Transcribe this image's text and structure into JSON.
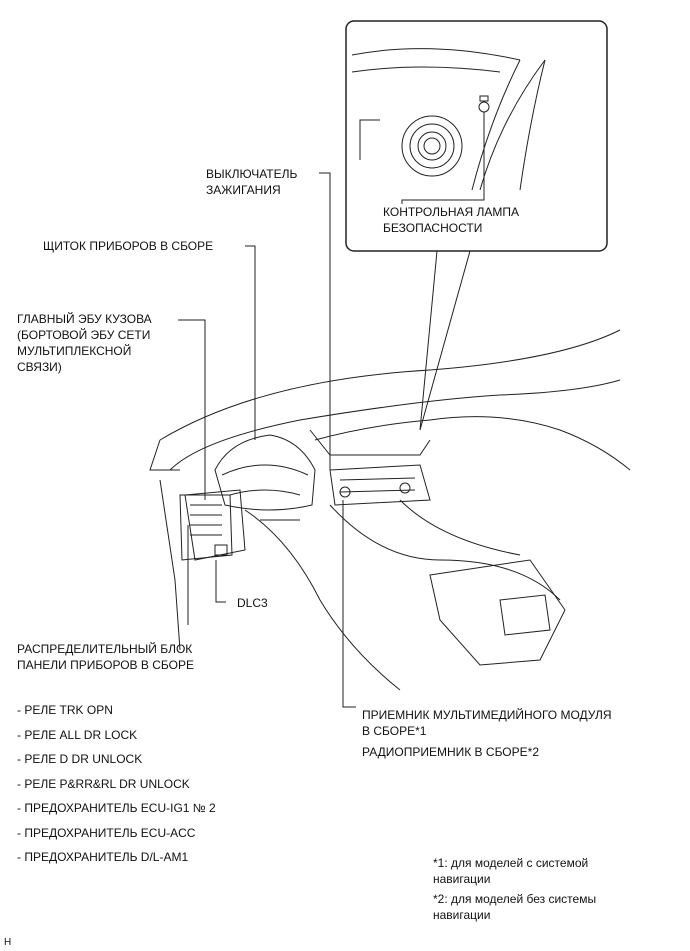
{
  "callout": {
    "security_indicator": [
      "КОНТРОЛЬНАЯ ЛАМПА",
      "БЕЗОПАСНОСТИ"
    ]
  },
  "labels": {
    "ignition_switch": [
      "ВЫКЛЮЧАТЕЛЬ",
      "ЗАЖИГАНИЯ"
    ],
    "combination_meter": "ЩИТОК ПРИБОРОВ В СБОРЕ",
    "main_body_ecu": [
      "ГЛАВНЫЙ ЭБУ КУЗОВА",
      "(БОРТОВОЙ ЭБУ СЕТИ",
      "МУЛЬТИПЛЕКСНОЙ",
      "СВЯЗИ)"
    ],
    "dlc3": "DLC3",
    "junction_block": [
      "РАСПРЕДЕЛИТЕЛЬНЫЙ БЛОК",
      "ПАНЕЛИ ПРИБОРОВ В СБОРЕ"
    ],
    "multimedia_receiver": [
      "ПРИЕМНИК МУЛЬТИМЕДИЙНОГО МОДУЛЯ",
      "В СБОРЕ*1"
    ],
    "radio_receiver": "РАДИОПРИЕМНИК В СБОРЕ*2"
  },
  "relay_list": [
    "- РЕЛЕ TRK OPN",
    "- РЕЛЕ ALL DR LOCK",
    "- РЕЛЕ D DR UNLOCK",
    "- РЕЛЕ P&RR&RL DR UNLOCK",
    "- ПРЕДОХРАНИТЕЛЬ ECU-IG1 № 2",
    "- ПРЕДОХРАНИТЕЛЬ ECU-ACC",
    "- ПРЕДОХРАНИТЕЛЬ D/L-AM1"
  ],
  "notes": [
    "*1: для моделей с системой навигации",
    "*2: для моделей без системы навигации"
  ],
  "corner_mark": "H"
}
